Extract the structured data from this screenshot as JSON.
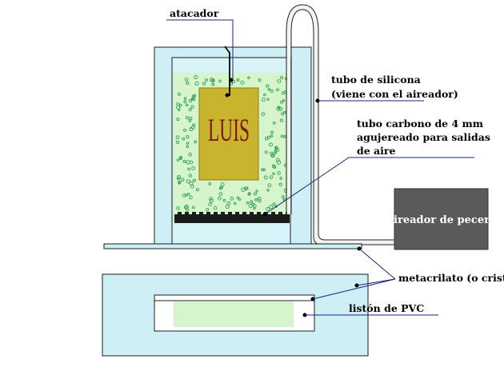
{
  "labels": {
    "atacador": "atacador",
    "tubo_silicona_1": "tubo de silicona",
    "tubo_silicona_2": "(viene con el aireador)",
    "tubo_carbono_1": "tubo carbono de 4 mm",
    "tubo_carbono_2": "agujereado para salidas",
    "tubo_carbono_3": "de aire",
    "aireador": "aireador de pecera",
    "metacrilato": "metacrilato (o cristal)",
    "liston": "listón de PVC",
    "plate_text": "LUIS"
  },
  "colors": {
    "tank_glass": "#cdeff5",
    "liquid": "#d6f5cc",
    "plate": "#c9b52d",
    "bubbles": "#2e9e55",
    "aireador_box": "#5a5a5a",
    "leader_lines": "#1a237e",
    "outline": "#1c1c1c"
  }
}
